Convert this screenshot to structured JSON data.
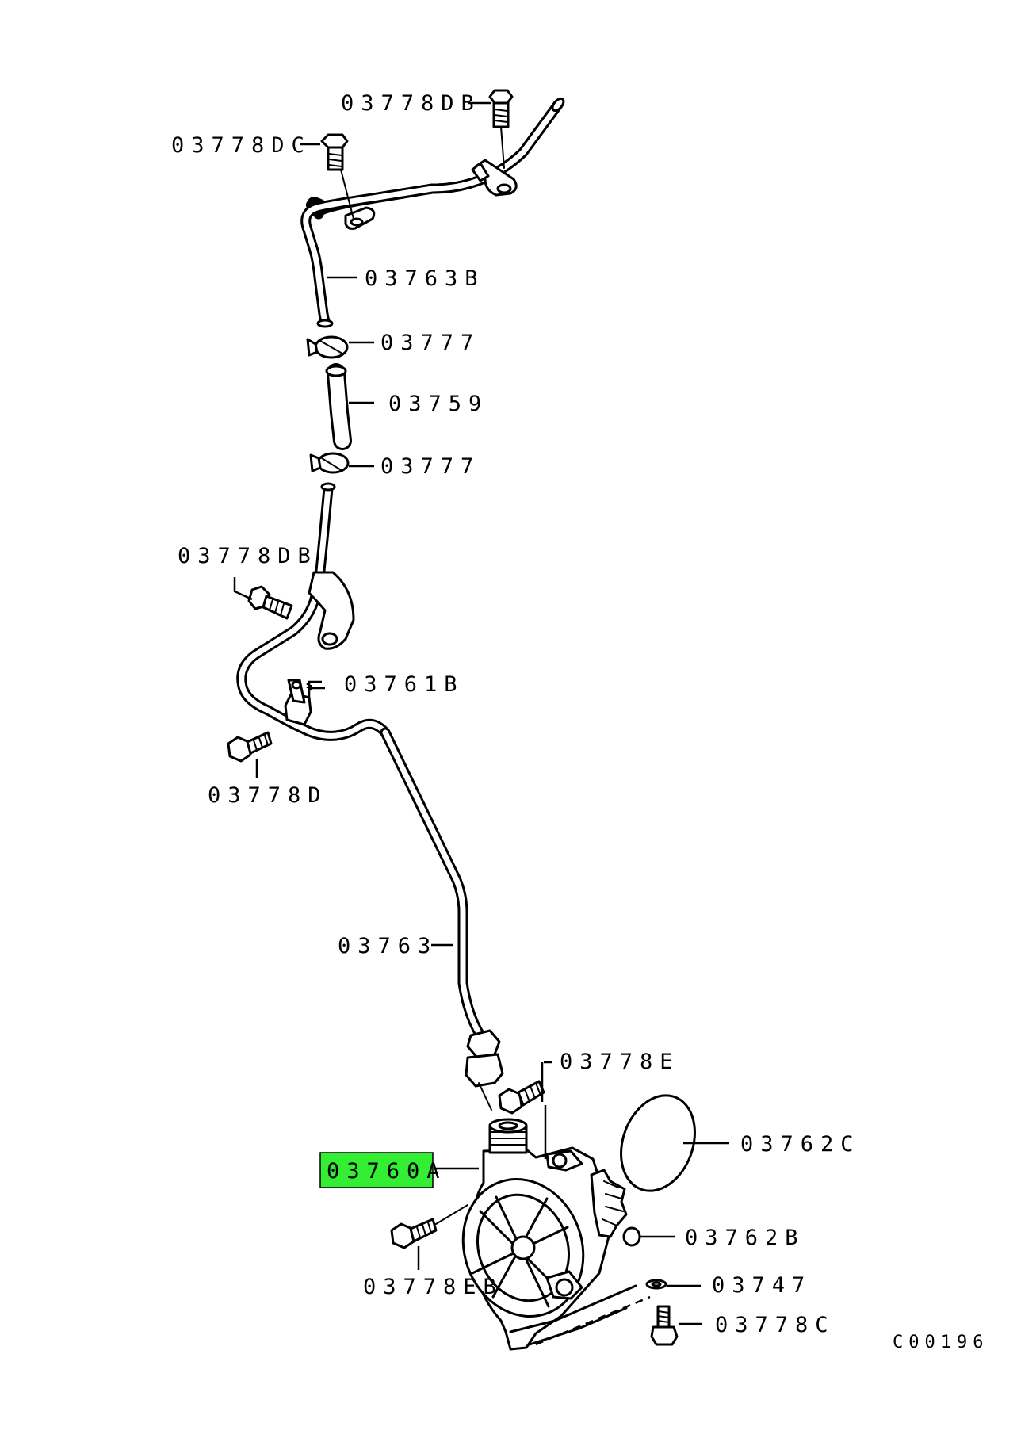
{
  "highlight_color": "#33ee33",
  "labels": {
    "l_03778DB_top": "03778DB",
    "l_03778DC": "03778DC",
    "l_03763B": "03763B",
    "l_03777_top": "03777",
    "l_03759": "03759",
    "l_03777_bot": "03777",
    "l_03778DB_mid": "03778DB",
    "l_03761B": "03761B",
    "l_03778D": "03778D",
    "l_03763": "03763",
    "l_03778E": "03778E",
    "l_03762C": "03762C",
    "l_03760A": "03760A",
    "l_03762B": "03762B",
    "l_03778EB": "03778EB",
    "l_03747": "03747",
    "l_03778C": "03778C"
  },
  "diagram_code": "C00196"
}
